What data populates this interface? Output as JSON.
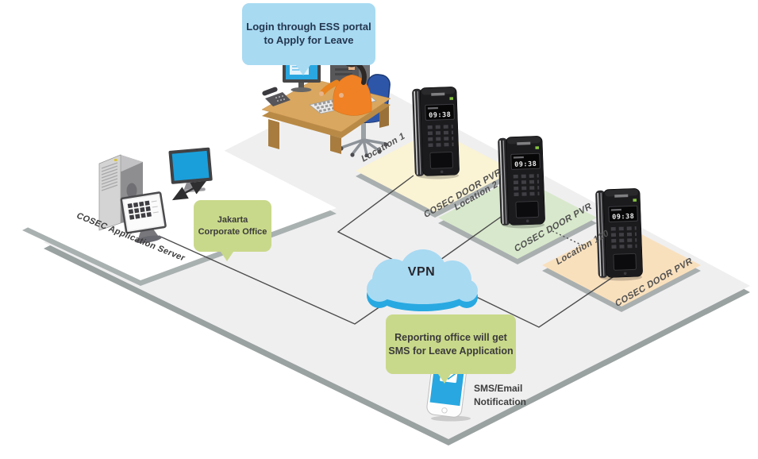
{
  "colors": {
    "login_bubble_bg": "#a8daf2",
    "info_bubble_bg": "#c9d98b",
    "cloud_light": "#a8daf2",
    "cloud_dark": "#29a9e1",
    "platform": "#efeff0",
    "platform_edge": "#9aa1a1",
    "office_platform": "#ffffff",
    "office_platform_edge": "#a9b0b0",
    "tile_location1": "#faf3d4",
    "tile_location2": "#d8e8cc",
    "tile_location120": "#f9e0bd",
    "tile_edge": "#a9afaf",
    "device_body": "#1b1b1e",
    "phone_screen": "#29a7e0",
    "shirt_orange": "#f08124",
    "chair_blue": "#2e56a8",
    "desk_tan": "#d9a760",
    "line_color": "#4c4c4c"
  },
  "login_bubble": {
    "text": "Login through ESS portal\nto Apply for Leave"
  },
  "office_bubble": {
    "text": "Jakarta\nCorporate Office"
  },
  "server": {
    "label": "COSEC Application Server"
  },
  "vpn": {
    "label": "VPN"
  },
  "locations": [
    {
      "name": "Location 1",
      "device_label": "COSEC DOOR PVR",
      "clock": "09:38"
    },
    {
      "name": "Location 2",
      "device_label": "COSEC DOOR PVR",
      "clock": "09:38"
    },
    {
      "name": "Location 120",
      "device_label": "COSEC DOOR PVR",
      "clock": "09:38"
    }
  ],
  "reporting_bubble": {
    "text": "Reporting office will get\nSMS for Leave Application"
  },
  "notification": {
    "label": "SMS/Email\nNotification"
  }
}
